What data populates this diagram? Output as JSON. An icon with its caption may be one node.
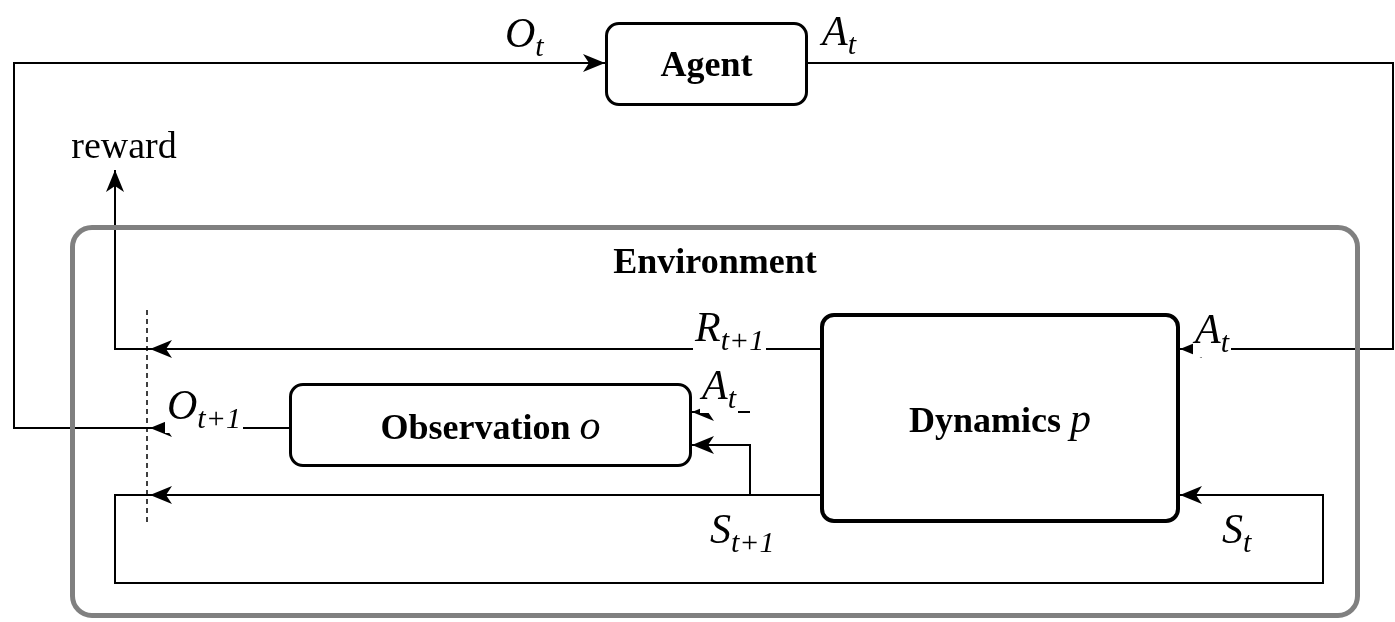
{
  "diagram": {
    "nodes": [
      {
        "text": [
          "Agent"
        ]
      },
      {
        "text": [
          "Environment"
        ]
      },
      {
        "text": [
          "Dynamics *p*"
        ],
        "in": 1
      },
      {
        "text": [
          "Observation *o*"
        ],
        "in": 1
      },
      {
        "text": [
          "reward"
        ]
      }
    ],
    "edges": [
      {
        "from": 3,
        "to": 0,
        "arrow": "to",
        "label": "O$_{t+1}$"
      },
      {
        "from": 0,
        "to": 2,
        "arrow": "to",
        "label": "A$_{t}$"
      },
      {
        "from": null,
        "to": 3,
        "arrow": "to",
        "label": "A$_{t}$"
      },
      {
        "from": 2,
        "to": 4,
        "arrow": "to",
        "label": "R$_{t+1}$"
      },
      {
        "from": 2,
        "to": 3,
        "arrow": "to"
      },
      {
        "from": 2,
        "to": 2,
        "arrow": "to",
        "label": "S$_{t+1}$"
      }
    ],
    "labels": [
      "O$_{t}$",
      "A$_{t}$",
      "S$_{t}$"
    ]
  }
}
